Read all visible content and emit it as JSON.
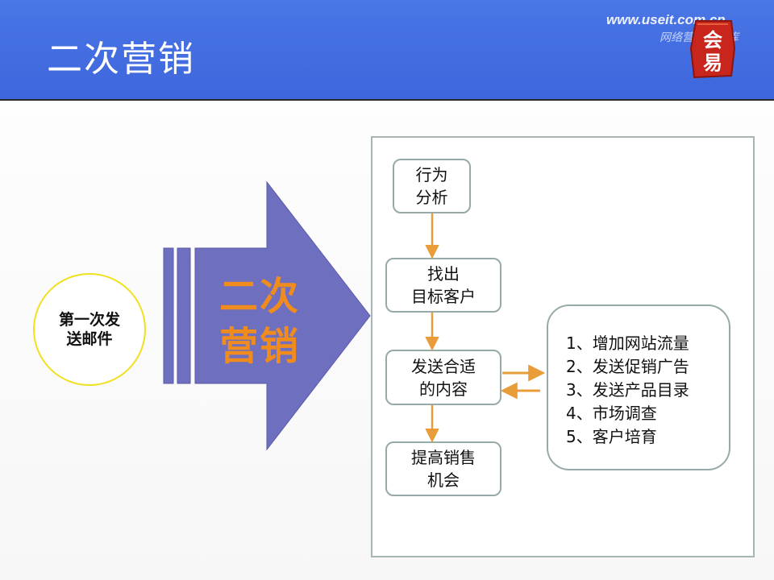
{
  "header": {
    "title": "二次营销",
    "watermark_url": "www.useit.com.cn",
    "watermark_sub": "网络营销知识库",
    "logo_text": "会易",
    "colors": {
      "bar": "#4070e0",
      "logo": "#c8251c"
    }
  },
  "left": {
    "first_email_label": "第一次发送邮件"
  },
  "arrow": {
    "line1": "二次",
    "line2": "营销",
    "colors": {
      "fill": "#6f6fc0",
      "text": "#f08c1e"
    }
  },
  "flow": {
    "step1": [
      "行为",
      "分析"
    ],
    "step2": [
      "找出",
      "目标客户"
    ],
    "step3": [
      "发送合适",
      "的内容"
    ],
    "step4": [
      "提高销售",
      "机会"
    ],
    "connector_color": "#e89d3a"
  },
  "content_list": [
    "1、增加网站流量",
    "2、发送促销广告",
    "3、发送产品目录",
    "4、市场调查",
    "5、客户培育"
  ]
}
